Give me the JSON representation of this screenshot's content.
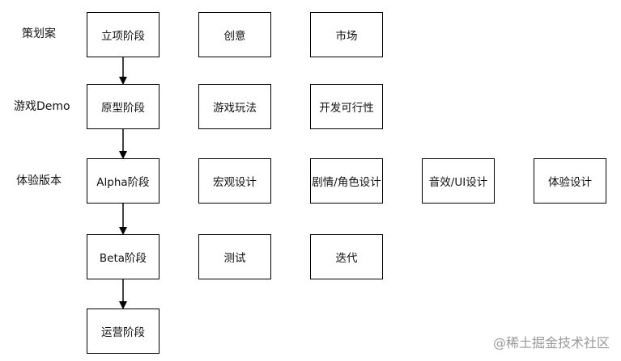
{
  "rows": [
    {
      "label": "策划案",
      "nodes": [
        "立项阶段",
        "创意",
        "市场"
      ]
    },
    {
      "label": "游戏Demo",
      "nodes": [
        "原型阶段",
        "游戏玩法",
        "开发可行性"
      ]
    },
    {
      "label": "体验版本",
      "nodes": [
        "Alpha阶段",
        "宏观设计",
        "剧情/角色设计",
        "音效/UI设计",
        "体验设计"
      ]
    },
    {
      "label": "",
      "nodes": [
        "Beta阶段",
        "测试",
        "迭代"
      ]
    },
    {
      "label": "",
      "nodes": [
        "运营阶段"
      ]
    }
  ],
  "watermark": "@稀土掘金技术社区"
}
